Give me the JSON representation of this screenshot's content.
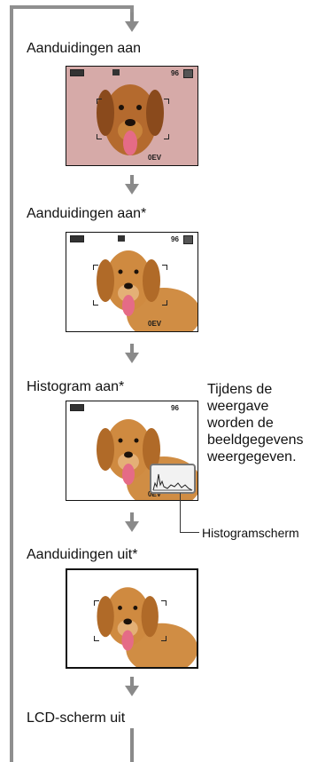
{
  "steps": [
    {
      "label": "Aanduidingen aan",
      "osd": {
        "count": "96",
        "ev": "0EV"
      }
    },
    {
      "label": "Aanduidingen aan*",
      "osd": {
        "count": "96",
        "ev": "0EV"
      }
    },
    {
      "label": "Histogram aan*",
      "osd": {
        "count": "96",
        "ev": "0EV"
      }
    },
    {
      "label": "Aanduidingen uit*"
    },
    {
      "label": "LCD-scherm uit"
    }
  ],
  "histogram_note": {
    "lines": [
      "Tijdens de",
      "weergave",
      "worden de",
      "beeldgegevens",
      "weergegeven."
    ]
  },
  "callout": {
    "label": "Histogramscherm"
  },
  "icons": {
    "arrow": "down-arrow-icon",
    "battery": "battery-icon",
    "memory": "memory-card-icon",
    "focus": "focus-frame-icon"
  },
  "colors": {
    "loop_line": "#8f8f8f",
    "arrow": "#8a8a8a",
    "screen_border": "#111111",
    "dog_fur": "#c8843c",
    "bg_pink": "#d4a8a8"
  }
}
